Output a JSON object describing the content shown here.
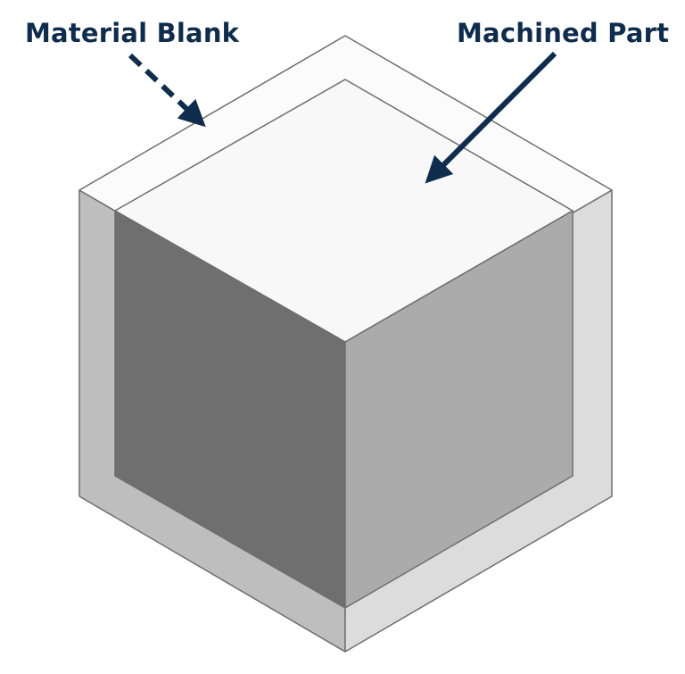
{
  "labels": {
    "material_blank": "Material Blank",
    "machined_part": "Machined Part"
  },
  "colors": {
    "label_text": "#0f2c4c",
    "arrow": "#0f2c4c",
    "edge": "#6e6e6e",
    "blank_top": "#fbfbfb",
    "blank_left": "#bebebe",
    "blank_right": "#dcdcdc",
    "part_top": "#f8f8f8",
    "part_left": "#6f6f6f",
    "part_right": "#ababab"
  },
  "arrows": {
    "material_blank": "dashed",
    "machined_part": "solid"
  }
}
